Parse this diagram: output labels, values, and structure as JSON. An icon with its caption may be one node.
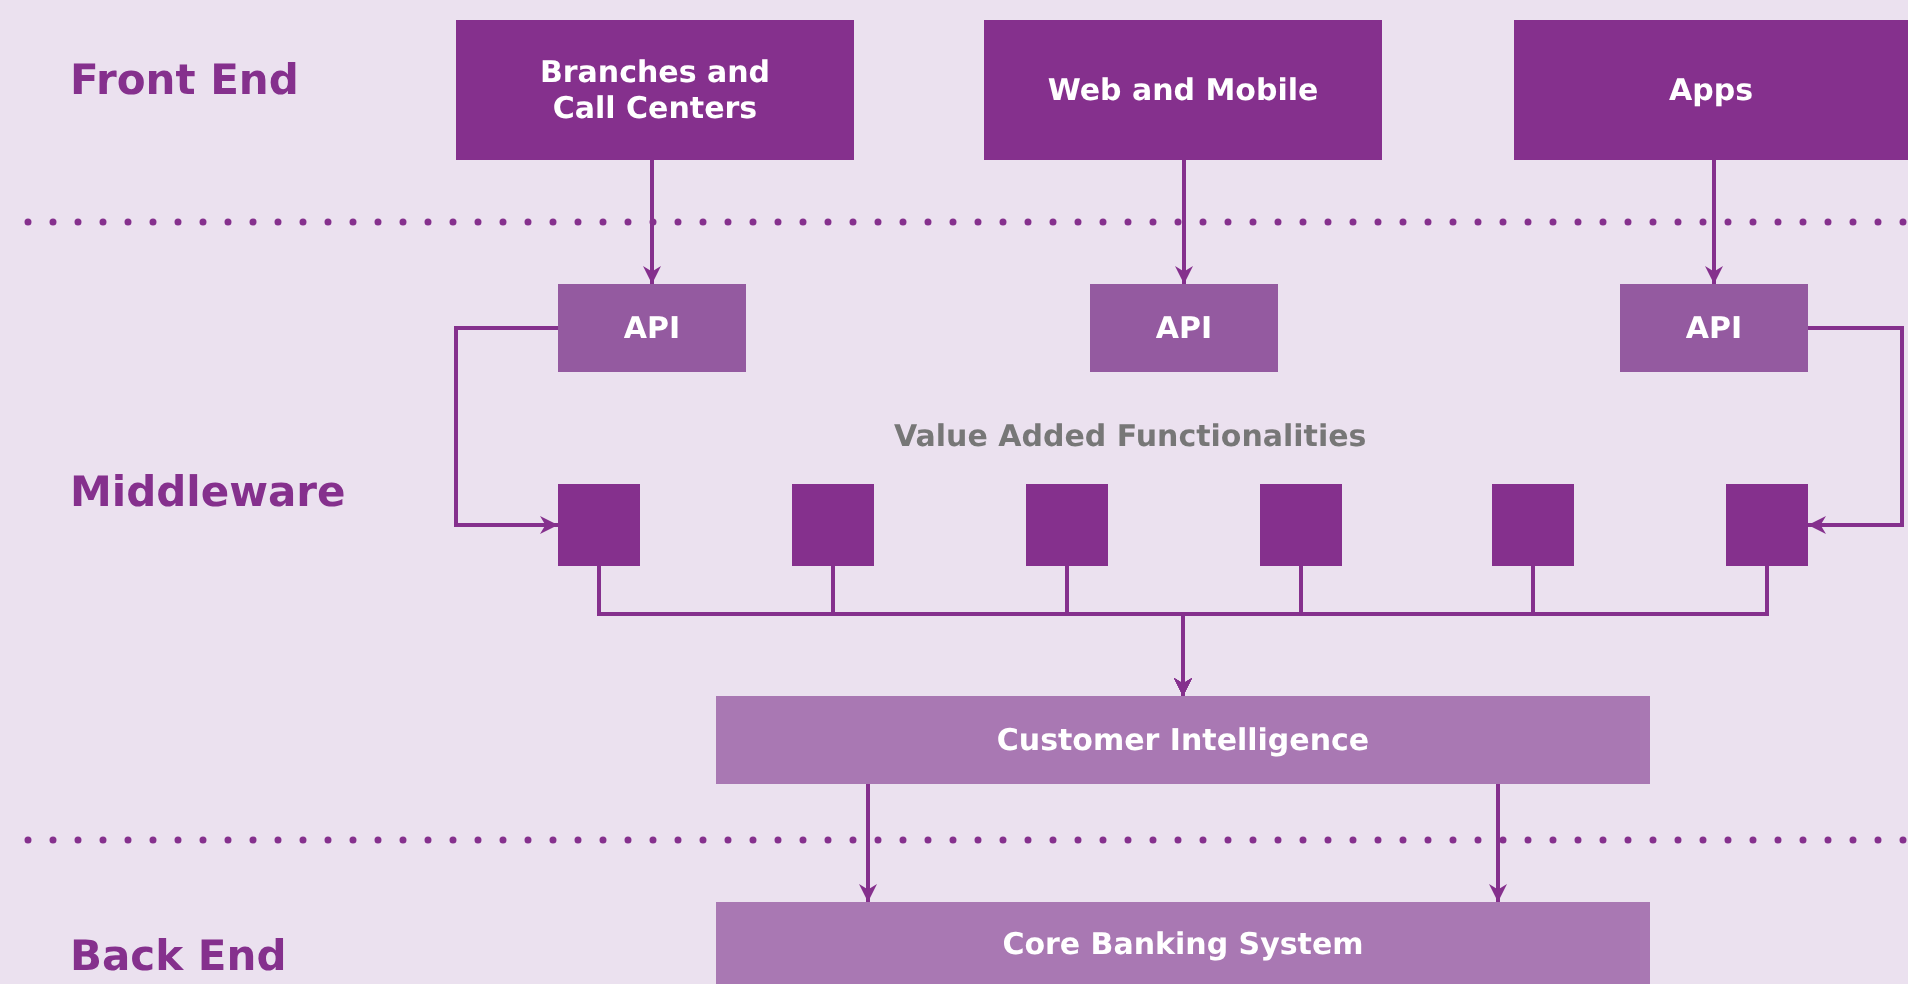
{
  "diagram": {
    "nodes": [
      {
        "text": [
          "Branches and Call Centers"
        ]
      },
      {
        "text": [
          "Web and Mobile"
        ]
      },
      {
        "text": [
          "Apps"
        ]
      },
      {
        "text": [
          "API"
        ]
      },
      {
        "text": [
          "API"
        ]
      },
      {
        "text": [
          "API"
        ]
      },
      {
        "text": [],
        "shape": "box"
      },
      {
        "text": [],
        "shape": "box"
      },
      {
        "text": [],
        "shape": "box"
      },
      {
        "text": [],
        "shape": "box"
      },
      {
        "text": [],
        "shape": "box"
      },
      {
        "text": [],
        "shape": "box"
      },
      {
        "text": [
          "Customer Intelligence"
        ]
      },
      {
        "text": [
          "Core Banking System"
        ]
      }
    ],
    "edges": [
      {
        "from": 0,
        "to": 3,
        "arrow": "to"
      },
      {
        "from": 1,
        "to": 4,
        "arrow": "to"
      },
      {
        "from": 2,
        "to": 5,
        "arrow": "to"
      },
      {
        "from": 3,
        "to": 6,
        "arrow": "to"
      },
      {
        "from": 5,
        "to": 11,
        "arrow": "to"
      },
      {
        "from": 6,
        "to": 12,
        "arrow": "to"
      },
      {
        "from": 7,
        "to": 12,
        "arrow": "to"
      },
      {
        "from": 8,
        "to": 12,
        "arrow": "to"
      },
      {
        "from": 9,
        "to": 12,
        "arrow": "to"
      },
      {
        "from": 10,
        "to": 12,
        "arrow": "to"
      },
      {
        "from": 11,
        "to": 12,
        "arrow": "to"
      },
      {
        "from": 12,
        "to": 13,
        "arrow": "to"
      },
      {
        "from": 12,
        "to": 13,
        "arrow": "to"
      }
    ],
    "labels": [
      "Front End",
      "Middleware",
      "Value Added Functionalities",
      "Back End"
    ]
  }
}
